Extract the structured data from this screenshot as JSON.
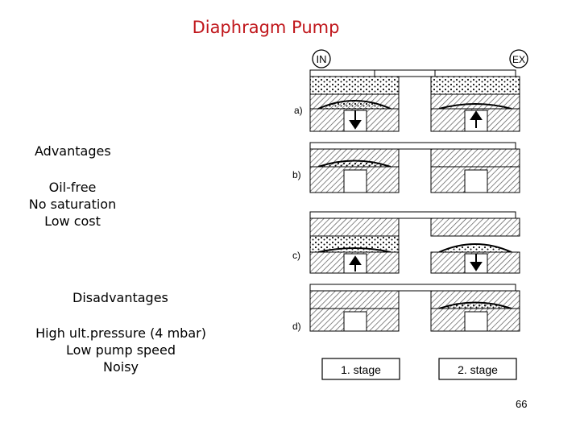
{
  "slide": {
    "title": "Diaphragm Pump",
    "page_number": "66"
  },
  "advantages": {
    "heading": "Advantages",
    "items": [
      "Oil-free",
      "No saturation",
      "Low cost"
    ]
  },
  "disadvantages": {
    "heading": "Disadvantages",
    "items": [
      "High ult.pressure (4 mbar)",
      "Low pump speed",
      "Noisy"
    ]
  },
  "diagram": {
    "port_in": "IN",
    "port_ex": "EX",
    "rows": [
      "a)",
      "b)",
      "c)",
      "d)"
    ],
    "stages": [
      "1. stage",
      "2. stage"
    ]
  }
}
